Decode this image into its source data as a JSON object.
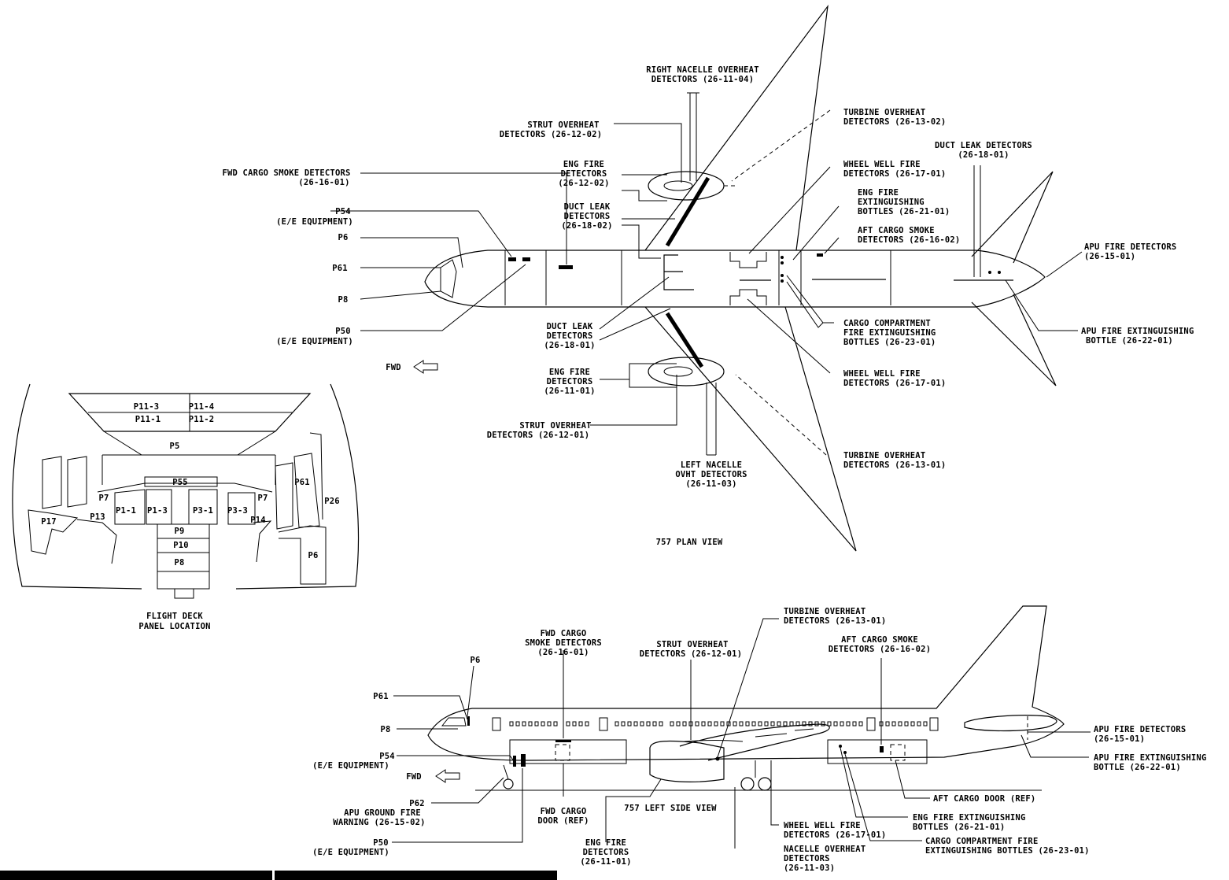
{
  "plan_view": {
    "title": "757 PLAN VIEW",
    "fwd": "FWD",
    "labels": {
      "right_nacelle_1": "RIGHT NACELLE OVERHEAT",
      "right_nacelle_2": "DETECTORS (26-11-04)",
      "strut_ovht_r_1": "STRUT OVERHEAT",
      "strut_ovht_r_2": "DETECTORS (26-12-02)",
      "turbine_ovht_r_1": "TURBINE OVERHEAT",
      "turbine_ovht_r_2": "DETECTORS (26-13-02)",
      "duct_leak_tail_1": "DUCT LEAK DETECTORS",
      "duct_leak_tail_2": "(26-18-01)",
      "fwd_cargo_smoke_1": "FWD CARGO SMOKE DETECTORS",
      "fwd_cargo_smoke_2": "(26-16-01)",
      "eng_fire_r_1": "ENG FIRE",
      "eng_fire_r_2": "DETECTORS",
      "eng_fire_r_3": "(26-12-02)",
      "wheel_well_r_1": "WHEEL WELL FIRE",
      "wheel_well_r_2": "DETECTORS (26-17-01)",
      "eng_ext_1": "ENG FIRE",
      "eng_ext_2": "EXTINGUISHING",
      "eng_ext_3": "BOTTLES (26-21-01)",
      "p54_1": "P54",
      "p54_2": "(E/E EQUIPMENT)",
      "duct_leak_r_1": "DUCT LEAK",
      "duct_leak_r_2": "DETECTORS",
      "duct_leak_r_3": "(26-18-02)",
      "aft_cargo_1": "AFT CARGO SMOKE",
      "aft_cargo_2": "DETECTORS (26-16-02)",
      "p6": "P6",
      "apu_fire_1": "APU FIRE DETECTORS",
      "apu_fire_2": "(26-15-01)",
      "p61": "P61",
      "p8": "P8",
      "p50_1": "P50",
      "p50_2": "(E/E EQUIPMENT)",
      "duct_leak_l_1": "DUCT LEAK",
      "duct_leak_l_2": "DETECTORS",
      "duct_leak_l_3": "(26-18-01)",
      "cargo_comp_1": "CARGO COMPARTMENT",
      "cargo_comp_2": "FIRE EXTINGUISHING",
      "cargo_comp_3": "BOTTLES (26-23-01)",
      "apu_bottle_1": "APU FIRE EXTINGUISHING",
      "apu_bottle_2": "BOTTLE (26-22-01)",
      "eng_fire_l_1": "ENG FIRE",
      "eng_fire_l_2": "DETECTORS",
      "eng_fire_l_3": "(26-11-01)",
      "wheel_well_l_1": "WHEEL WELL FIRE",
      "wheel_well_l_2": "DETECTORS (26-17-01)",
      "strut_ovht_l_1": "STRUT OVERHEAT",
      "strut_ovht_l_2": "DETECTORS (26-12-01)",
      "left_nacelle_1": "LEFT NACELLE",
      "left_nacelle_2": "OVHT DETECTORS",
      "left_nacelle_3": "(26-11-03)",
      "turbine_ovht_l_1": "TURBINE OVERHEAT",
      "turbine_ovht_l_2": "DETECTORS (26-13-01)"
    }
  },
  "flight_deck": {
    "title_1": "FLIGHT DECK",
    "title_2": "PANEL LOCATION",
    "panels": {
      "p11_3": "P11-3",
      "p11_4": "P11-4",
      "p11_1": "P11-1",
      "p11_2": "P11-2",
      "p5": "P5",
      "p55": "P55",
      "p61": "P61",
      "p26": "P26",
      "p7a": "P7",
      "p7b": "P7",
      "p17": "P17",
      "p13": "P13",
      "p1_1": "P1-1",
      "p1_3": "P1-3",
      "p3_1": "P3-1",
      "p3_3": "P3-3",
      "p14": "P14",
      "p9": "P9",
      "p10": "P10",
      "p8": "P8",
      "p6": "P6"
    }
  },
  "side_view": {
    "title": "757 LEFT SIDE VIEW",
    "fwd": "FWD",
    "labels": {
      "turbine_1": "TURBINE OVERHEAT",
      "turbine_2": "DETECTORS (26-13-01)",
      "fwd_cargo_1": "FWD CARGO",
      "fwd_cargo_2": "SMOKE DETECTORS",
      "fwd_cargo_3": "(26-16-01)",
      "strut_1": "STRUT OVERHEAT",
      "strut_2": "DETECTORS (26-12-01)",
      "aft_cargo_1": "AFT CARGO SMOKE",
      "aft_cargo_2": "DETECTORS (26-16-02)",
      "p6": "P6",
      "p61": "P61",
      "p8": "P8",
      "apu_fire_1": "APU FIRE DETECTORS",
      "apu_fire_2": "(26-15-01)",
      "p54_1": "P54",
      "p54_2": "(E/E EQUIPMENT)",
      "apu_bottle_1": "APU FIRE EXTINGUISHING",
      "apu_bottle_2": "BOTTLE (26-22-01)",
      "aft_door": "AFT CARGO DOOR (REF)",
      "p62_1": "P62",
      "p62_2": "APU GROUND FIRE",
      "p62_3": "WARNING (26-15-02)",
      "fwd_door_1": "FWD CARGO",
      "fwd_door_2": "DOOR (REF)",
      "eng_ext_1": "ENG FIRE EXTINGUISHING",
      "eng_ext_2": "BOTTLES (26-21-01)",
      "cargo_comp_1": "CARGO COMPARTMENT FIRE",
      "cargo_comp_2": "EXTINGUISHING BOTTLES (26-23-01)",
      "wheel_well_1": "WHEEL WELL FIRE",
      "wheel_well_2": "DETECTORS (26-17-01)",
      "p50_1": "P50",
      "p50_2": "(E/E EQUIPMENT)",
      "eng_fire_1": "ENG FIRE",
      "eng_fire_2": "DETECTORS",
      "eng_fire_3": "(26-11-01)",
      "nacelle_1": "NACELLE OVERHEAT",
      "nacelle_2": "DETECTORS",
      "nacelle_3": "(26-11-03)"
    }
  }
}
